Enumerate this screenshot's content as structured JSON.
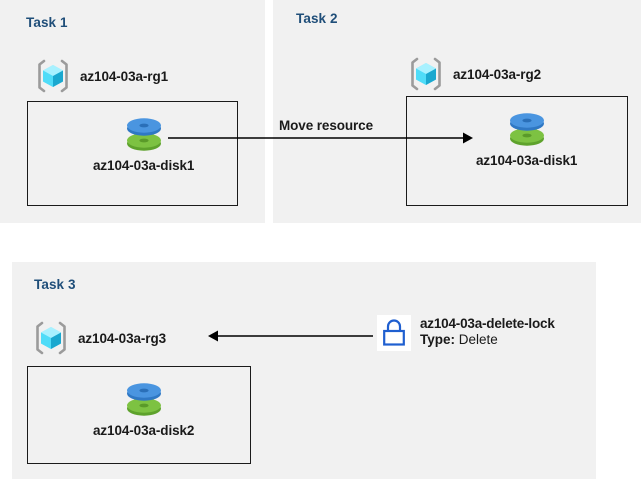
{
  "diagram": {
    "title_color": "#1f4e79",
    "panel_bg": "#f1f1f1",
    "page_bg": "#ffffff"
  },
  "panels": [
    {
      "id": "task1",
      "title": "Task 1",
      "resource_group": {
        "icon": "resource-group-icon",
        "label": "az104-03a-rg1"
      },
      "disk": {
        "icon": "managed-disk-icon",
        "label": "az104-03a-disk1"
      }
    },
    {
      "id": "task2",
      "title": "Task 2",
      "resource_group": {
        "icon": "resource-group-icon",
        "label": "az104-03a-rg2"
      },
      "disk": {
        "icon": "managed-disk-icon",
        "label": "az104-03a-disk1"
      }
    },
    {
      "id": "task3",
      "title": "Task 3",
      "resource_group": {
        "icon": "resource-group-icon",
        "label": "az104-03a-rg3"
      },
      "disk": {
        "icon": "managed-disk-icon",
        "label": "az104-03a-disk2"
      }
    }
  ],
  "connectors": [
    {
      "id": "move-resource",
      "caption": "Move resource",
      "direction": "right",
      "from": "az104-03a-disk1 in az104-03a-rg1",
      "to": "az104-03a-rg2"
    },
    {
      "id": "lock-applies-to-rg3",
      "caption": "",
      "direction": "left",
      "from": "az104-03a-delete-lock",
      "to": "az104-03a-rg3"
    }
  ],
  "lock": {
    "icon": "lock-icon",
    "name": "az104-03a-delete-lock",
    "type_label": "Type:",
    "type_value": "Delete",
    "color": "#1f5fd0"
  },
  "icon_colors": {
    "resource_group_bracket": "#9b9b9b",
    "resource_group_cube_light": "#7fe8ff",
    "resource_group_cube_mid": "#3fd3f3",
    "resource_group_cube_dark": "#1aa8cf",
    "disk_blue_top": "#4a95e0",
    "disk_blue_side": "#2f78c4",
    "disk_green_top": "#7dc242",
    "disk_green_side": "#5ea22c"
  }
}
